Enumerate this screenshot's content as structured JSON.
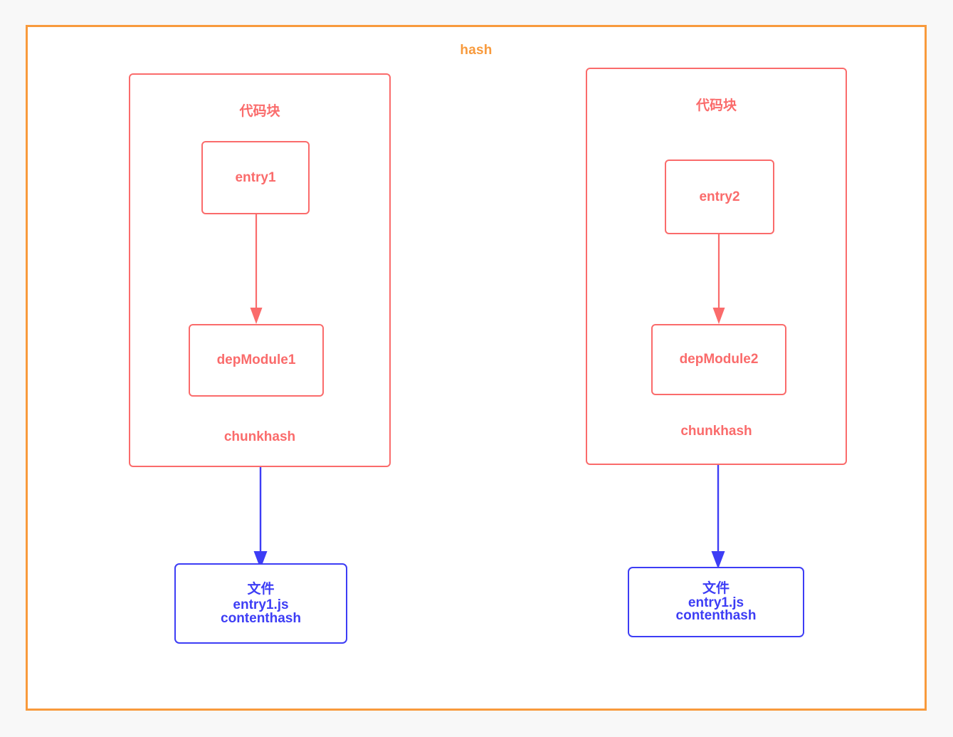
{
  "diagram": {
    "outer": {
      "label": "hash",
      "color": "#f89a3c"
    },
    "colors": {
      "chunk": "#fa6b6b",
      "file": "#3d3df5",
      "hash": "#f89a3c",
      "background": "#f8f8f8"
    },
    "chunks": [
      {
        "title": "代码块",
        "entry": "entry1",
        "dep": "depModule1",
        "hash_label": "chunkhash",
        "file": {
          "kind": "文件",
          "name": "entry1.js",
          "hash_label": "contenthash"
        }
      },
      {
        "title": "代码块",
        "entry": "entry2",
        "dep": "depModule2",
        "hash_label": "chunkhash",
        "file": {
          "kind": "文件",
          "name": "entry1.js",
          "hash_label": "contenthash"
        }
      }
    ]
  }
}
